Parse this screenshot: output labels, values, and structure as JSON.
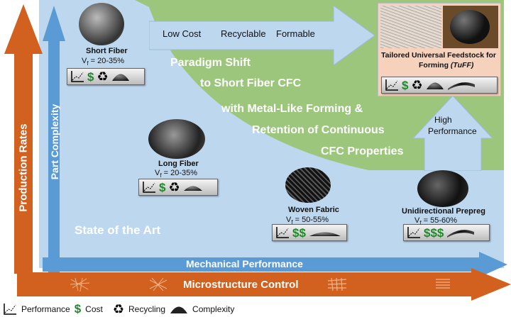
{
  "axes": {
    "production_rates": "Production Rates",
    "part_complexity": "Part Complexity",
    "mechanical_performance": "Mechanical Performance",
    "microstructure_control": "Microstructure Control"
  },
  "top_arrow": {
    "low_cost": "Low Cost",
    "recyclable": "Recyclable",
    "formable": "Formable"
  },
  "paradigm": [
    "Paradigm Shift",
    "to Short Fiber CFC",
    "with Metal-Like Forming &",
    "Retention of Continuous",
    "CFC Properties"
  ],
  "state_of_art": "State of the Art",
  "high_performance": [
    "High",
    "Performance"
  ],
  "materials": {
    "short_fiber": {
      "name": "Short Fiber",
      "vf_symbol": "V",
      "vf_sub": "f",
      "vf_value": " = 20-35%",
      "cost": "$"
    },
    "long_fiber": {
      "name": "Long Fiber",
      "vf_symbol": "V",
      "vf_sub": "f",
      "vf_value": " = 20-35%",
      "cost": "$"
    },
    "woven_fabric": {
      "name": "Woven Fabric",
      "vf_symbol": "V",
      "vf_sub": "f",
      "vf_value": " = 50-55%",
      "cost": "$$"
    },
    "unidirectional_prepreg": {
      "name": "Unidirectional Prepreg",
      "vf_symbol": "V",
      "vf_sub": "f",
      "vf_value": " = 55-60%",
      "cost": "$$$"
    }
  },
  "tuff": {
    "title_line1": "Tailored Universal Feedstock for",
    "title_line2": "Forming ",
    "acronym": "(TuFF)",
    "cost": "$"
  },
  "legend": {
    "performance": "Performance",
    "cost_symbol": "$",
    "cost": "Cost",
    "recycling": "Recycling",
    "complexity": "Complexity"
  },
  "colors": {
    "orange": "#d2601f",
    "blue": "#5b9bd5",
    "light_blue": "#bdd7ee",
    "green": "#9dc67d",
    "tuff_bg": "#f6d2bd",
    "dollar_green": "#1e8a2a"
  },
  "icons": [
    "performance-graph-icon",
    "dollar-icon",
    "recycling-icon",
    "dome-icon",
    "curved-sheet-icon",
    "fiber-weave-icon"
  ]
}
